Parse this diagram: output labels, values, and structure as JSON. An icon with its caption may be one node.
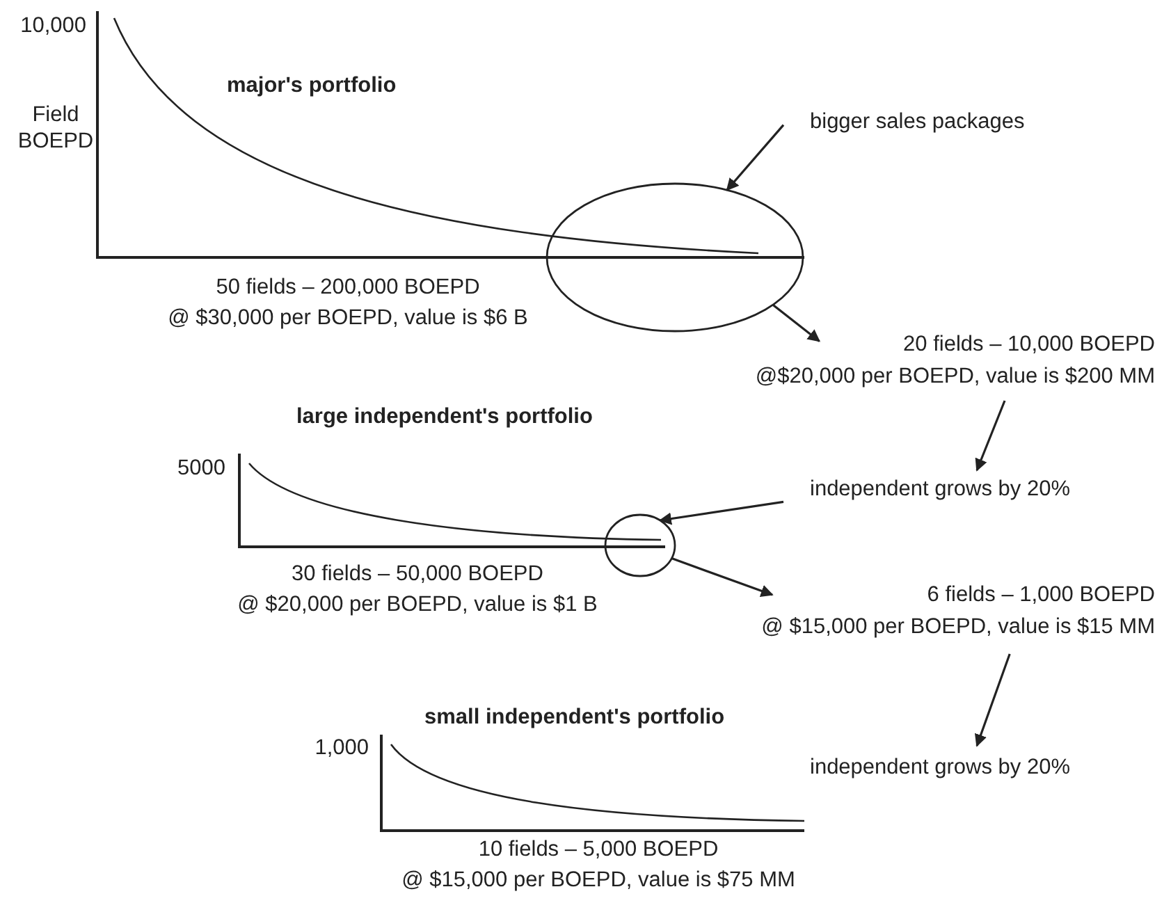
{
  "diagram": {
    "nodes": [
      {
        "text": [],
        "shape": "circle"
      },
      {
        "text": [
          "bigger sales packages"
        ]
      },
      {
        "text": [
          "20 fields – 10,000 BOEPD",
          "@$20,000 per BOEPD, value is $200 MM"
        ]
      },
      {
        "text": [
          "independent grows by 20%"
        ]
      },
      {
        "text": [],
        "shape": "circle"
      },
      {
        "text": [
          "6 fields – 1,000 BOEPD",
          "@ $15,000 per BOEPD, value is $15 MM"
        ]
      },
      {
        "text": [
          "independent grows by 20%"
        ]
      }
    ],
    "edges": [
      {
        "from": 1,
        "to": 0,
        "arrow": "to"
      },
      {
        "from": 0,
        "to": 2,
        "arrow": "to"
      },
      {
        "from": 2,
        "to": 3,
        "arrow": "to"
      },
      {
        "from": 3,
        "to": 4,
        "arrow": "to"
      },
      {
        "from": 4,
        "to": 5,
        "arrow": "to"
      },
      {
        "from": 5,
        "to": 6,
        "arrow": "to"
      }
    ],
    "labels": [
      "10,000",
      "Field BOEPD",
      "major's portfolio",
      "50 fields – 200,000 BOEPD",
      "@ $30,000 per BOEPD, value is $6 B",
      "large independent's portfolio",
      "5000",
      "30 fields – 50,000 BOEPD",
      "@ $20,000 per BOEPD, value is $1 B",
      "small independent's portfolio",
      "1,000",
      "10 fields – 5,000 BOEPD",
      "@ $15,000 per BOEPD, value is $75 MM"
    ]
  }
}
